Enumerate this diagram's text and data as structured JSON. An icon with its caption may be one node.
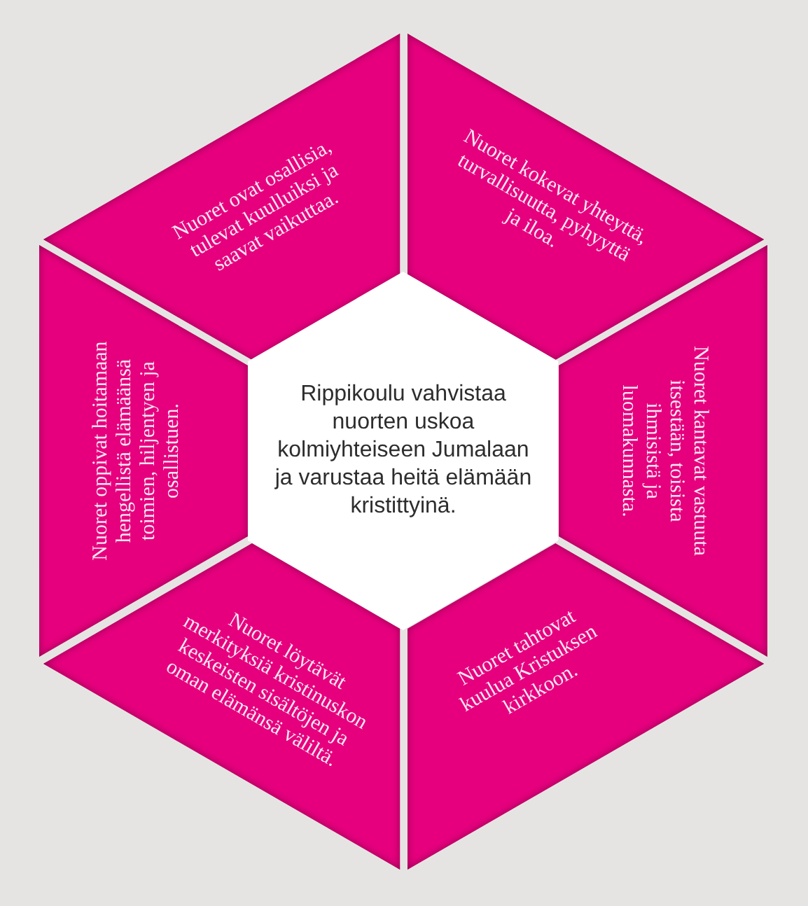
{
  "diagram": {
    "nodes": [
      {
        "text": [
          "Nuoret ovat osallisia, tulevat kuulluiksi ja saavat vaikuttaa."
        ]
      },
      {
        "text": [
          "Nuoret kokevat yhteyttä, turvallisuutta, pyhyyttä ja iloa."
        ]
      },
      {
        "text": [
          "Nuoret oppivat hoitamaan hengellistä elämäänsä toimien, hiljentyen ja osallistuen."
        ]
      },
      {
        "text": [
          "Rippikoulu vahvistaa nuorten uskoa kolmiyhteiseen Jumalaan ja varustaa heitä elämään kristittyinä."
        ]
      },
      {
        "text": [
          "Nuoret kantavat vastuuta itsestään, toisista ihmisistä ja luomakunnasta."
        ]
      },
      {
        "text": [
          "Nuoret löytävät merkityksiä kristinuskon keskeisten sisältöjen ja oman elämänsä väliltä."
        ]
      },
      {
        "text": [
          "Nuoret tahtovat kuulua Kristuksen kirkkoon."
        ]
      }
    ]
  }
}
